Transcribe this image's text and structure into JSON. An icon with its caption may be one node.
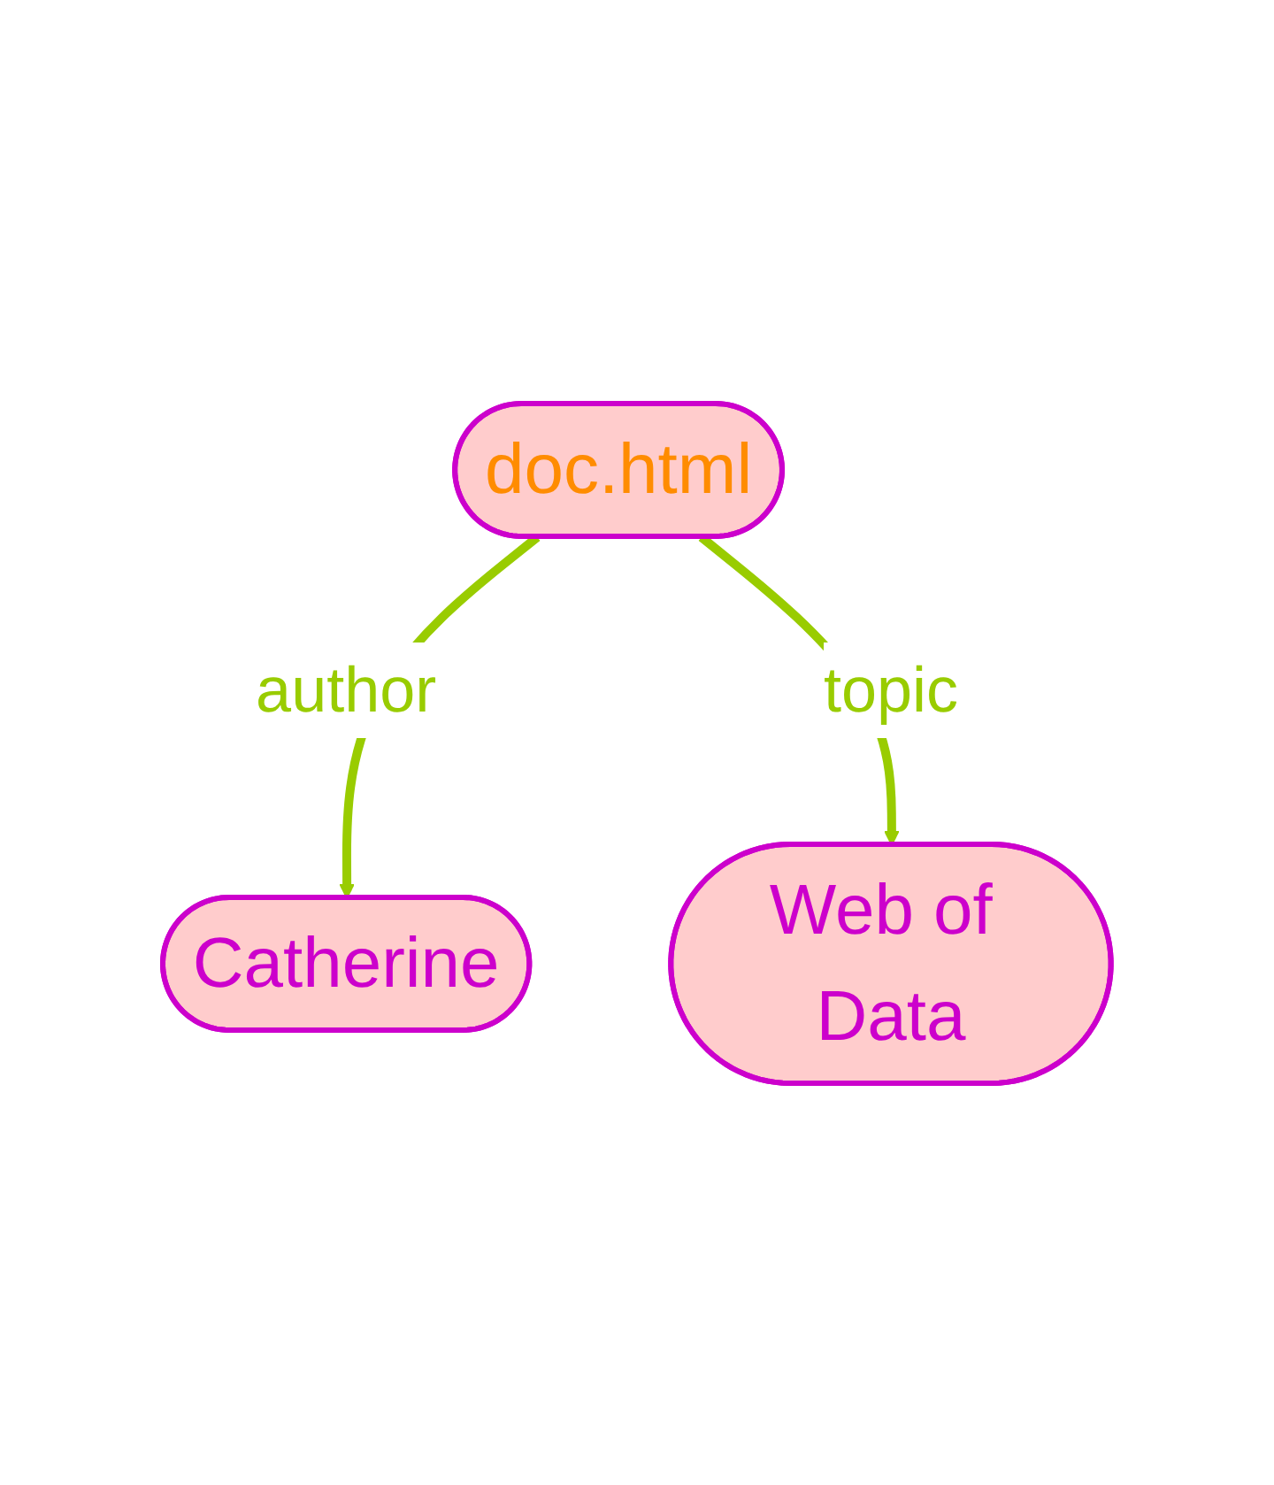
{
  "diagram": {
    "nodes": [
      {
        "text": [
          "Catherine"
        ]
      },
      {
        "text": [
          "doc.html"
        ]
      },
      {
        "text": [
          "Web of Data"
        ]
      }
    ],
    "edges": [
      {
        "from": 1,
        "to": 0,
        "arrow": "to",
        "label": "author"
      },
      {
        "from": 1,
        "to": 2,
        "arrow": "to",
        "label": "topic"
      }
    ]
  }
}
